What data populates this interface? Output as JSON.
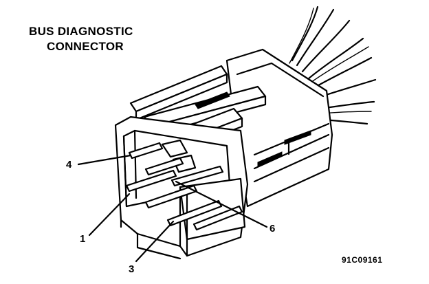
{
  "diagram": {
    "title_line_1": "BUS DIAGNOSTIC",
    "title_line_2": "CONNECTOR",
    "pin_labels": {
      "pin_4": "4",
      "pin_1": "1",
      "pin_3": "3",
      "pin_6": "6"
    },
    "figure_code": "91C09161"
  }
}
